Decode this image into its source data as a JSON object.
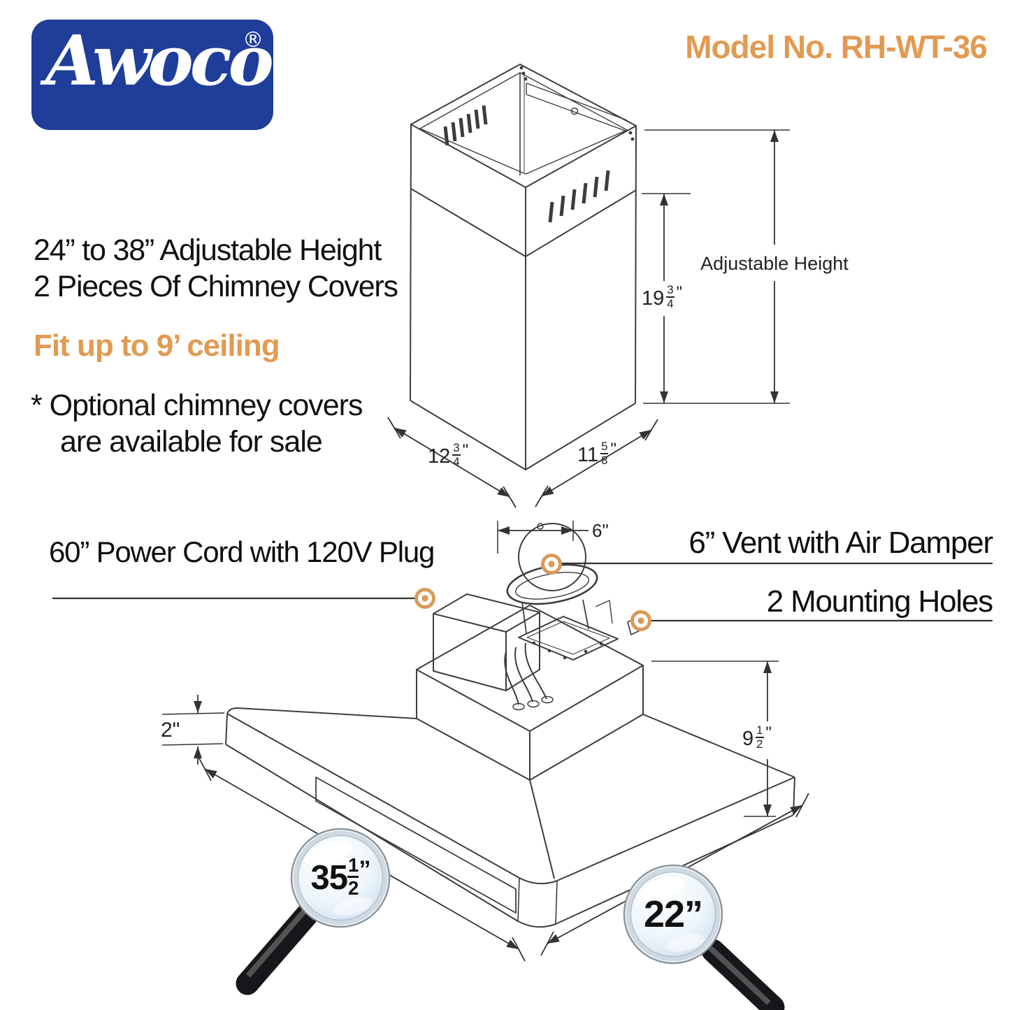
{
  "brand": {
    "name": "Awoco",
    "registered": "®"
  },
  "model": {
    "label": "Model No. RH-WT-36"
  },
  "info": {
    "line1": "24” to 38” Adjustable Height",
    "line2": "2 Pieces Of Chimney Covers",
    "highlight": "Fit up to 9’ ceiling",
    "note1": "* Optional chimney covers",
    "note2": "are available for sale"
  },
  "chimney_diagram": {
    "adjustable_height_label": "Adjustable Height",
    "cover_height": {
      "whole": "19",
      "num": "3",
      "den": "4",
      "unit": "\""
    },
    "depth": {
      "whole": "12",
      "num": "3",
      "den": "4",
      "unit": "\""
    },
    "width": {
      "whole": "11",
      "num": "5",
      "den": "8",
      "unit": "\""
    }
  },
  "hood_diagram": {
    "power_callout": "60” Power Cord with 120V Plug",
    "vent_callout": "6” Vent with Air Damper",
    "mount_callout": "2 Mounting Holes",
    "vent_dim": "6\"",
    "lip_dim": "2\"",
    "side_height": {
      "whole": "9",
      "num": "1",
      "den": "2",
      "unit": "\""
    },
    "width_mag": {
      "whole": "35",
      "num": "1",
      "den": "2",
      "unit": "”"
    },
    "depth_mag": "22”"
  },
  "colors": {
    "accent_orange": "#E29A52",
    "marker_orange": "#D99A59",
    "logo_blue": "#1F3E99",
    "line_art": "#3d3d3d"
  }
}
